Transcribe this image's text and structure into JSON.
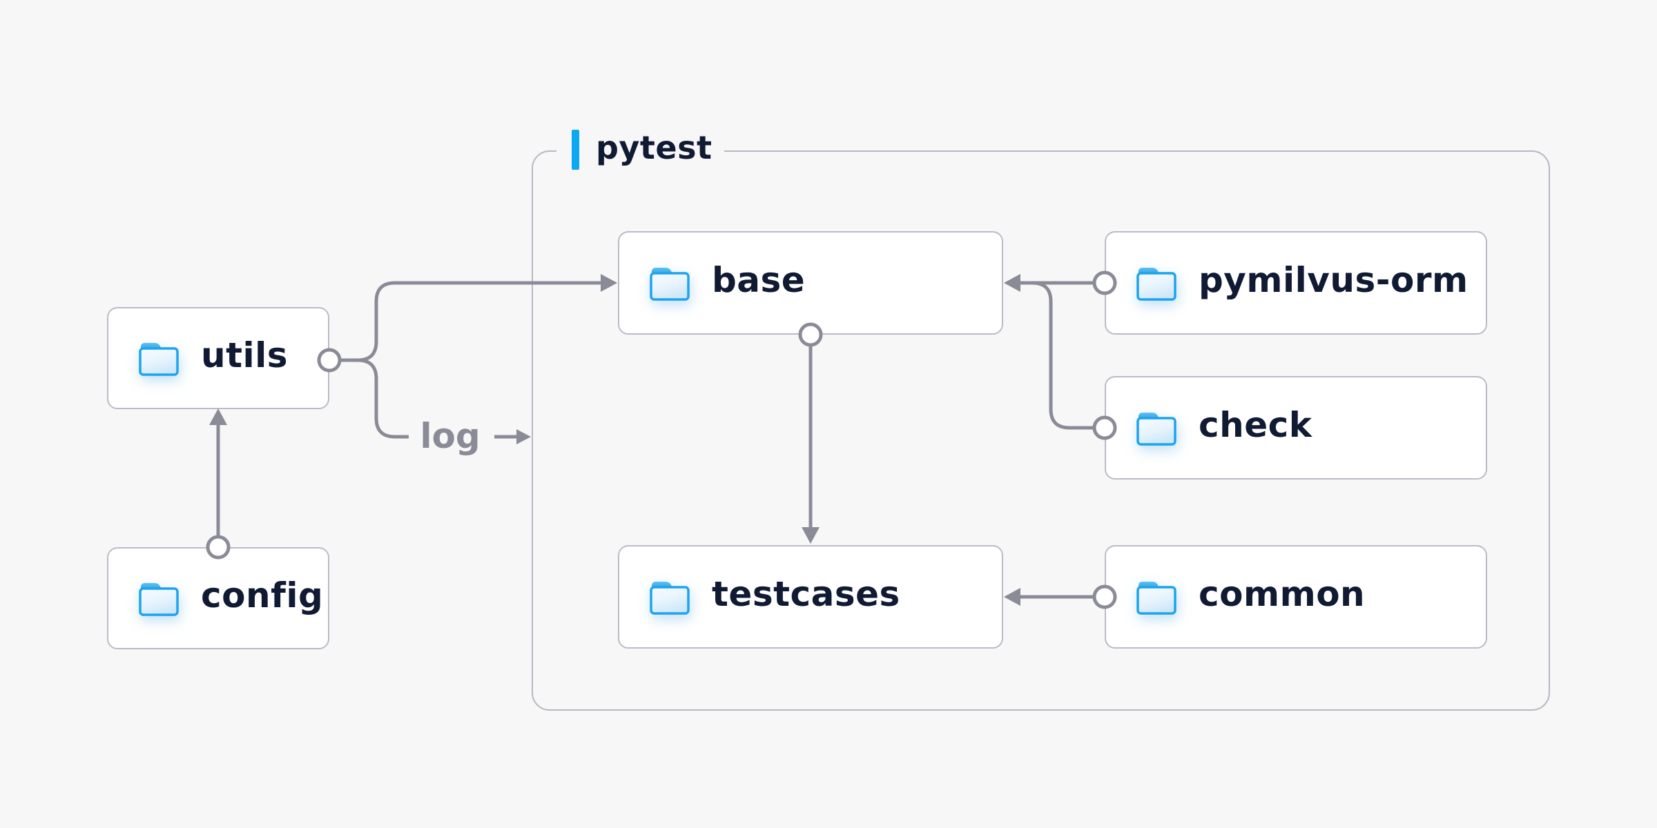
{
  "container": {
    "label": "pytest"
  },
  "nodes": {
    "utils": {
      "label": "utils"
    },
    "config": {
      "label": "config"
    },
    "base": {
      "label": "base"
    },
    "pymilvus_orm": {
      "label": "pymilvus-orm"
    },
    "check": {
      "label": "check"
    },
    "testcases": {
      "label": "testcases"
    },
    "common": {
      "label": "common"
    }
  },
  "edges": [
    {
      "from": "config",
      "to": "utils",
      "label": ""
    },
    {
      "from": "utils",
      "to": "base",
      "label": ""
    },
    {
      "from": "utils",
      "to": "pytest",
      "label": "log"
    },
    {
      "from": "pymilvus-orm",
      "to": "base",
      "label": ""
    },
    {
      "from": "check",
      "to": "base",
      "label": ""
    },
    {
      "from": "base",
      "to": "testcases",
      "label": ""
    },
    {
      "from": "common",
      "to": "testcases",
      "label": ""
    }
  ],
  "icons": {
    "node_icon": "folder-icon"
  },
  "colors": {
    "background": "#f7f7f8",
    "node_background": "#ffffff",
    "node_border": "#babbc5",
    "group_border": "#b6b7c2",
    "wire_gray": "#8a8b96",
    "text_dark": "#111a33",
    "accent_blue": "#0da8f2",
    "folder_stroke": "#1ca3ef"
  }
}
